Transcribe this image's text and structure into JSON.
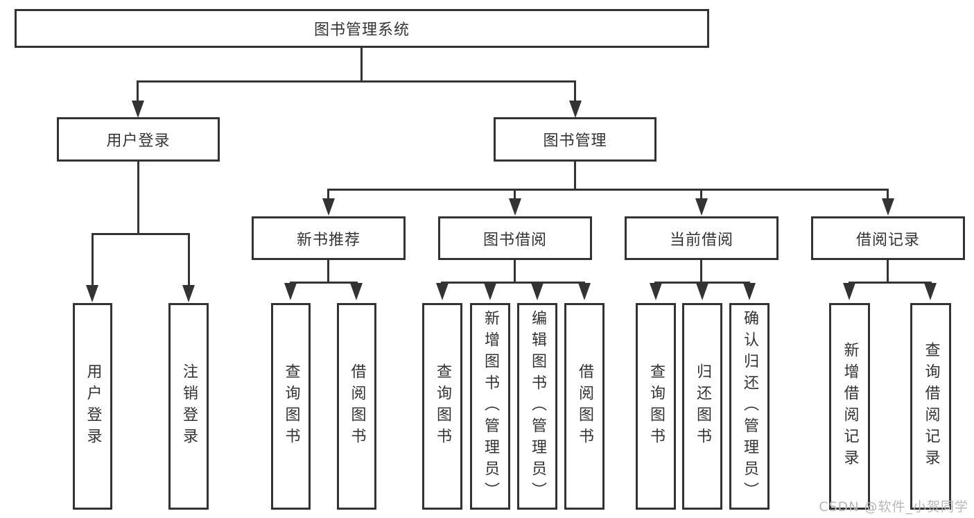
{
  "tree": {
    "root": {
      "label": "图书管理系统"
    },
    "branches": [
      {
        "label": "用户登录",
        "children": [
          {
            "label": "用户登录"
          },
          {
            "label": "注销登录"
          }
        ]
      },
      {
        "label": "图书管理",
        "children": [
          {
            "label": "新书推荐",
            "children": [
              {
                "label": "查询图书"
              },
              {
                "label": "借阅图书"
              }
            ]
          },
          {
            "label": "图书借阅",
            "children": [
              {
                "label": "查询图书"
              },
              {
                "label": "新增图书（管理员）"
              },
              {
                "label": "编辑图书（管理员）"
              },
              {
                "label": "借阅图书"
              }
            ]
          },
          {
            "label": "当前借阅",
            "children": [
              {
                "label": "查询图书"
              },
              {
                "label": "归还图书"
              },
              {
                "label": "确认归还（管理员）"
              }
            ]
          },
          {
            "label": "借阅记录",
            "children": [
              {
                "label": "新增借阅记录"
              },
              {
                "label": "查询借阅记录"
              }
            ]
          }
        ]
      }
    ]
  },
  "watermark": "CSDN @软件_小贺同学",
  "colors": {
    "line": "#333333",
    "text": "#333333",
    "watermark": "#b7b7b7",
    "background": "#ffffff"
  }
}
